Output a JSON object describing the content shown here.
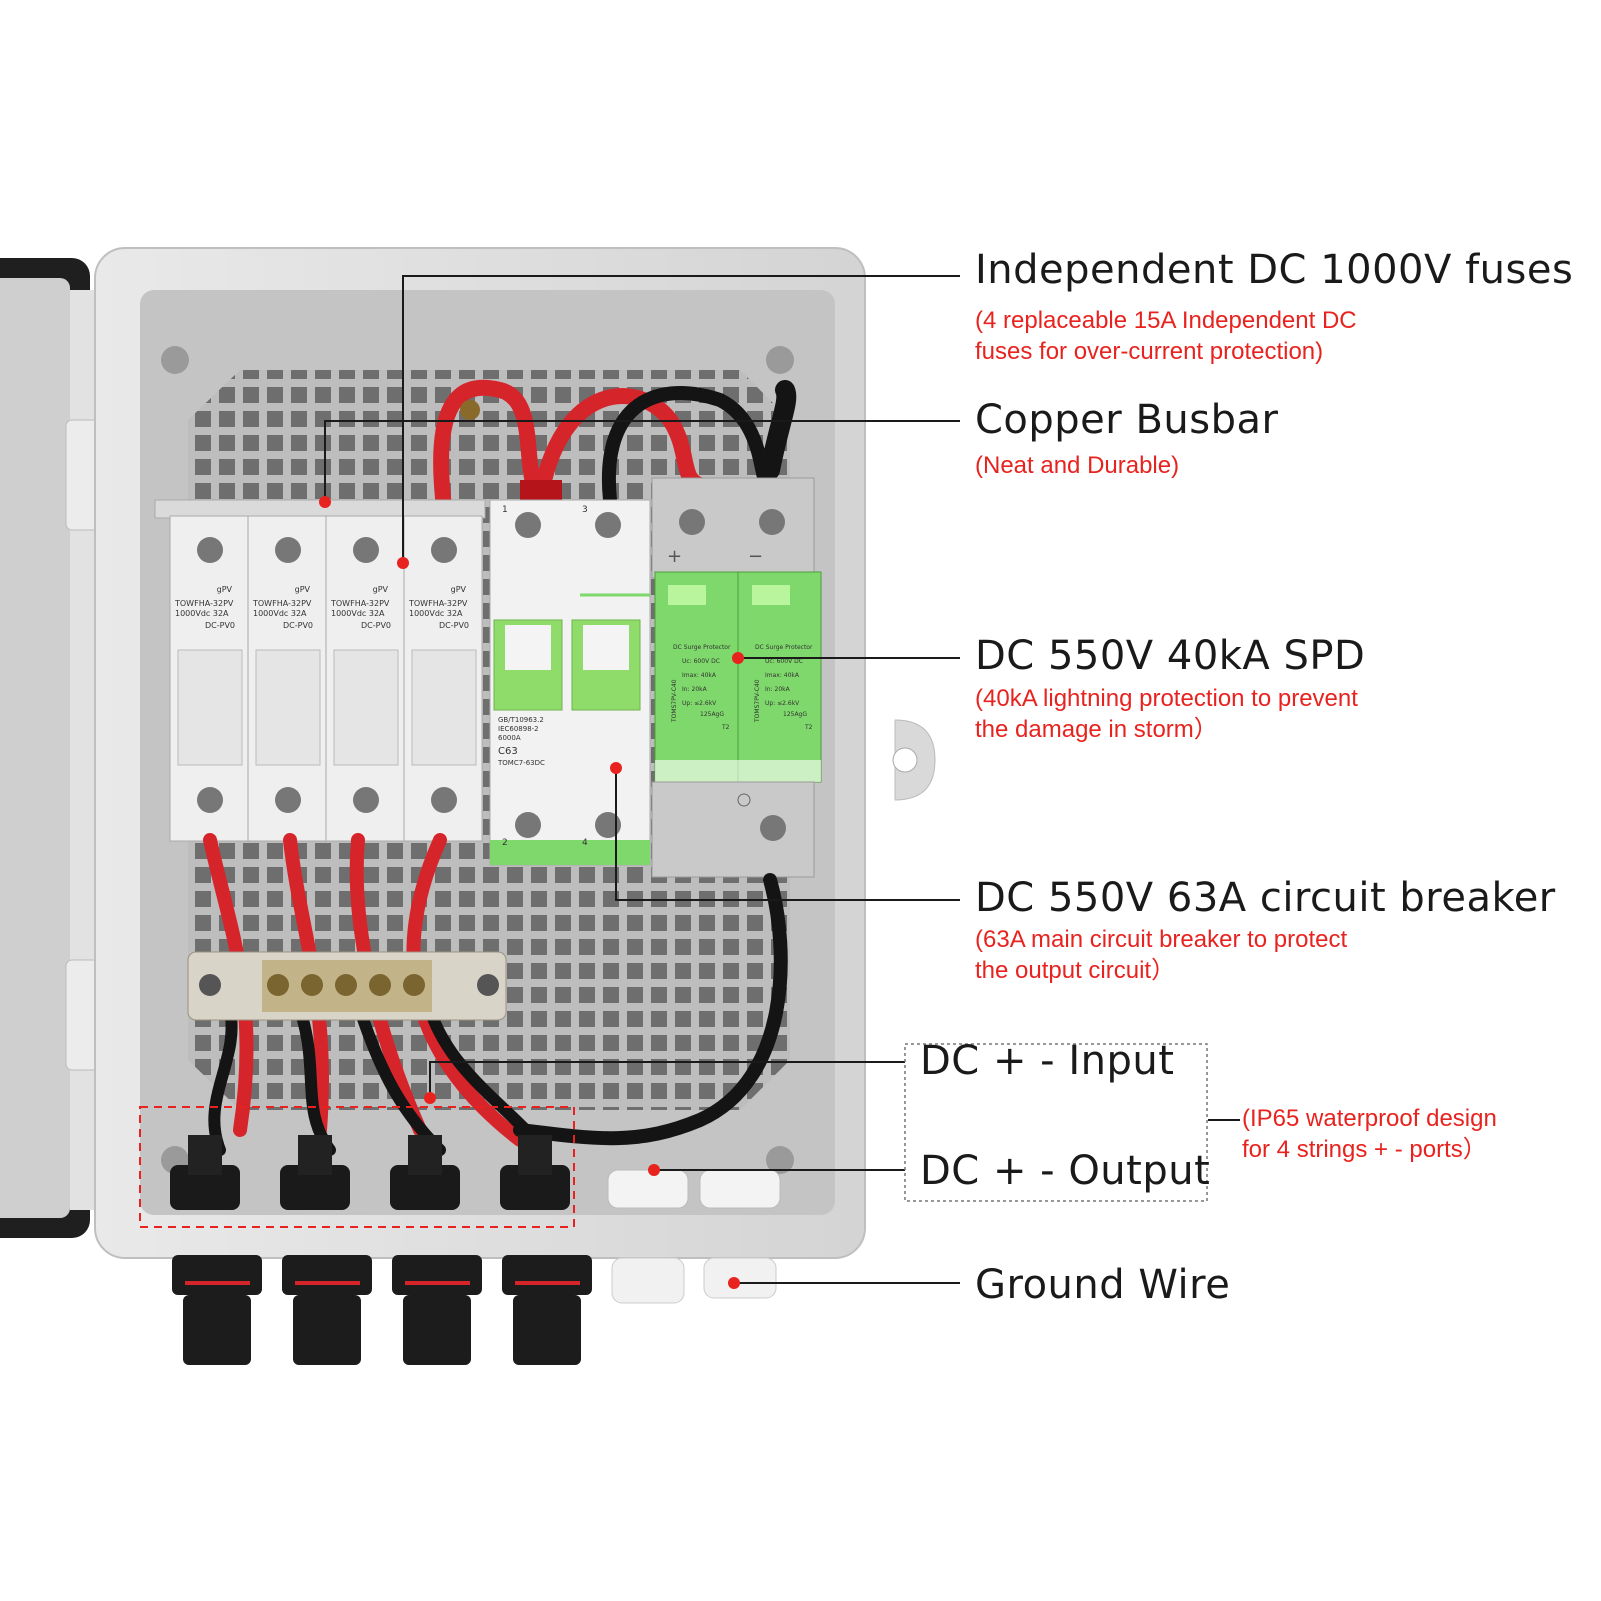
{
  "callouts": {
    "fuses": {
      "title": "Independent DC 1000V fuses",
      "desc": [
        "(4 replaceable 15A Independent DC",
        "fuses for over-current protection)"
      ]
    },
    "busbar": {
      "title": "Copper Busbar",
      "desc": [
        "(Neat and Durable)"
      ]
    },
    "spd": {
      "title": "DC 550V 40kA SPD",
      "desc": [
        "(40kA lightning protection to prevent",
        " the damage in storm）"
      ]
    },
    "breaker": {
      "title": "DC 550V 63A  circuit breaker",
      "desc": [
        "(63A main circuit breaker to protect",
        "the output circuit）"
      ]
    },
    "input": {
      "title": "DC + - Input"
    },
    "output": {
      "title": "DC + - Output"
    },
    "ip65": {
      "desc": [
        "(IP65 waterproof design",
        "for 4 strings + - ports）"
      ]
    },
    "ground": {
      "title": "Ground Wire"
    }
  },
  "device_labels": {
    "fuse_brand": "gPV",
    "fuse_model": "TOWFHA-32PV",
    "fuse_rating": "1000Vdc  32A",
    "fuse_type": "DC-PV0",
    "breaker_std": "GB/T10963.2",
    "breaker_iec": "IEC60898-2",
    "breaker_cap": "6000A",
    "breaker_model": "C63",
    "breaker_brand": "TOMC7-63DC",
    "breaker_term_top": [
      "1",
      "3"
    ],
    "breaker_term_bottom": [
      "2",
      "4"
    ],
    "spd_name": "DC Surge Protector",
    "spd_uc": "Uc: 600V DC",
    "spd_imax": "Imax: 40kA",
    "spd_in": "In: 20kA",
    "spd_up": "Up: ≤2.6kV",
    "spd_fuse": "125AgG",
    "spd_class": "T2",
    "spd_side": "TOMS7PV-C40",
    "spd_plus": "+",
    "spd_minus": "−"
  },
  "colors": {
    "accent_red": "#e8231f",
    "text_dark": "#1a1a1a",
    "enclosure": "#dcdcdc",
    "backplate": "#c9c9c9",
    "spd_green": "#7fd86b",
    "wire_red": "#d6252a",
    "wire_black": "#141414"
  }
}
